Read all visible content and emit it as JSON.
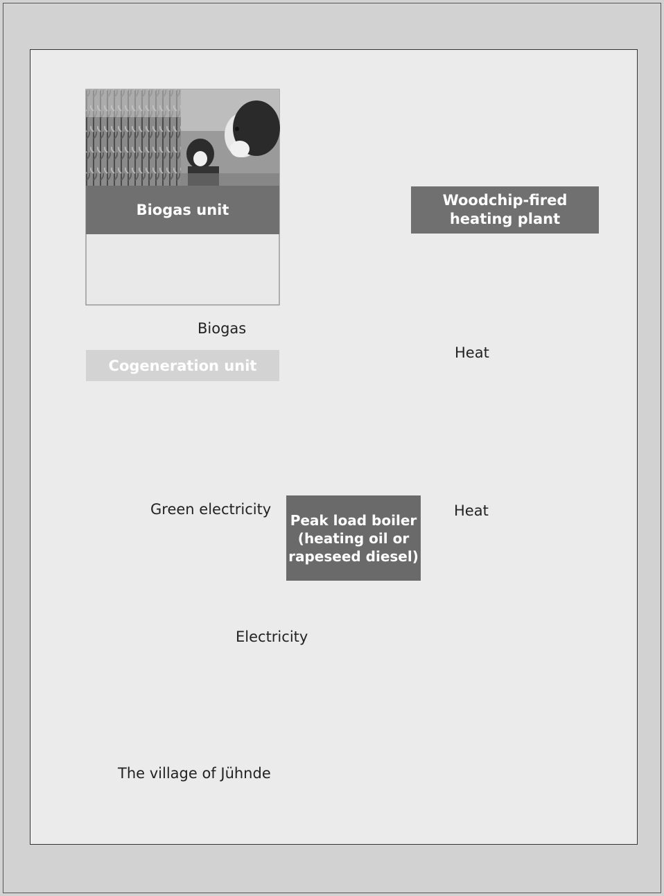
{
  "biogas_unit": {
    "label": "Biogas unit"
  },
  "woodchip_plant": {
    "label": "Woodchip-fired\nheating plant"
  },
  "cogeneration": {
    "label": "Cogeneration unit"
  },
  "peak_boiler": {
    "label": "Peak load boiler\n(heating oil or\nrapeseed diesel)"
  },
  "flows": {
    "biogas": "Biogas",
    "heat_cogen": "Heat",
    "heat_peak": "Heat",
    "green_electricity": "Green electricity",
    "electricity": "Electricity"
  },
  "village": {
    "label": "The village of Jühnde"
  },
  "colors": {
    "arrow_dark": "#7a7a7a",
    "arrow_light": "#c4c4c4",
    "box_header": "#707070",
    "panel_bg": "#ebebeb",
    "page_bg": "#d2d2d2"
  }
}
